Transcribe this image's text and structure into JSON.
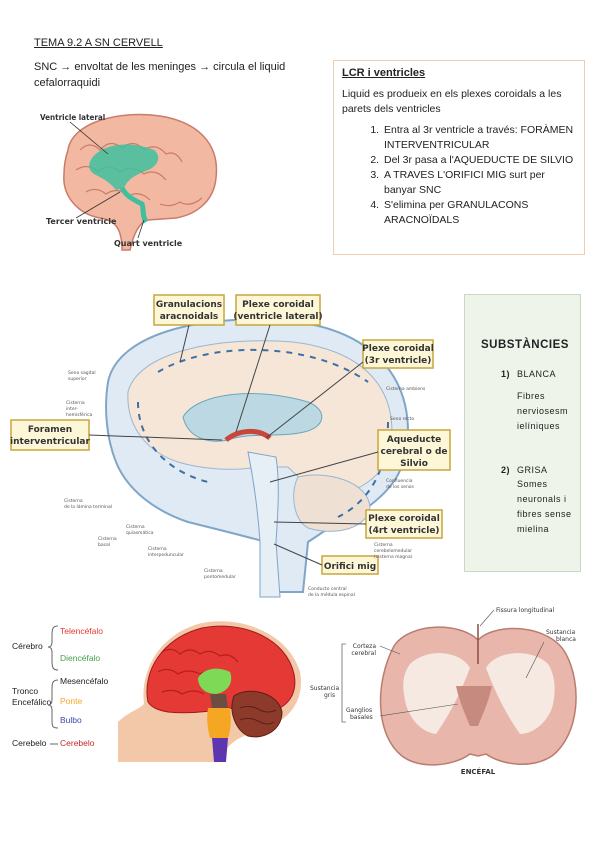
{
  "header": {
    "title": "TEMA 9.2 A SN CERVELL",
    "intro": "SNC → envoltat de les meninges → circula el liquid cefalorraquidi"
  },
  "brain_figure": {
    "labels": [
      "Ventricle lateral",
      "Tercer ventricle",
      "Quart ventricle"
    ]
  },
  "lcr": {
    "title": "LCR i ventricles",
    "description": "Liquid es produeix en els plexes coroidals a les parets dels ventricles",
    "steps": [
      "Entra al 3r ventricle a través: FORÀMEN INTERVENTRICULAR",
      "Del 3r pasa a l'AQUEDUCTE DE SILVIO",
      "A TRAVES L'ORIFICI MIG surt per banyar SNC",
      "S'elimina per GRANULACONS ARACNOÏDALS"
    ]
  },
  "csf_figure": {
    "callouts": {
      "granulacions": "Granulacions aracnoidals",
      "plexe_lateral": "Plexe coroidal (ventricle lateral)",
      "plexe_3r": "Plexe coroidal (3r ventricle)",
      "foramen": "Foramen interventricular",
      "aqueducte": "Aqueducte cerebral o de Silvio",
      "plexe_4rt": "Plexe coroidal (4rt ventricle)",
      "orifici": "Orifici mig"
    },
    "small_labels": {
      "seno_sagital": "Seno sagital superior",
      "cisterna_inter": "Cisterna inter-hemisférica",
      "cisterna_lamina": "Cisterna de la lámina terminal",
      "cisterna_quias": "Cisterna quiasmática",
      "cisterna_basal": "Cisterna basal",
      "cisterna_interped": "Cisterna interpeduncular",
      "cisterna_ponto": "Cisterna pontomedular",
      "cisterna_ambiens": "Cisterna ambiens",
      "seno_recto": "Seno recto",
      "confluencia": "Confluencia de los senos",
      "cisterna_cerebelo": "Cisterna cerebelomedular (cisterna magna)",
      "conducto": "Conducto central de la médula espinal"
    }
  },
  "substancies": {
    "title": "SUBSTÀNCIES",
    "items": [
      {
        "num": "1)",
        "name": "BLANCA",
        "detail": "Fibres nerviosesm ielíniques"
      },
      {
        "num": "2)",
        "name": "GRISA",
        "detail": "Somes neuronals i fibres sense mielina"
      }
    ]
  },
  "sagittal_figure": {
    "groups": [
      "Cérebro",
      "Tronco Encefálico",
      "Cerebelo"
    ],
    "parts": [
      {
        "name": "Telencéfalo",
        "color": "#e53935"
      },
      {
        "name": "Diencéfalo",
        "color": "#43a047"
      },
      {
        "name": "Mesencéfalo",
        "color": "#222222"
      },
      {
        "name": "Ponte",
        "color": "#f5a623"
      },
      {
        "name": "Bulbo",
        "color": "#3949ab"
      },
      {
        "name": "Cerebelo",
        "color": "#c62828"
      }
    ]
  },
  "coronal_figure": {
    "labels": {
      "fissura": "Fissura longitudinal",
      "corteza": "Corteza cerebral",
      "sustancia_blanca": "Sustancia blanca",
      "sustancia_gris": "Sustancia gris",
      "ganglios": "Ganglios basales",
      "caption": "ENCÉFAL"
    }
  }
}
